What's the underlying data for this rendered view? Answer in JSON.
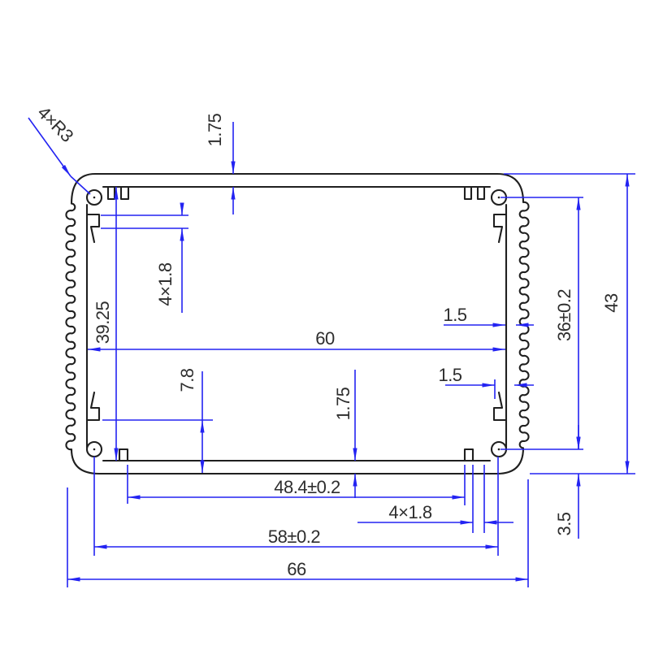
{
  "drawing": {
    "description": "Aluminum extrusion enclosure profile cross-section with heat-sink fins",
    "colors": {
      "outline": "#1f1f1f",
      "dimension_lines": "#2323f2",
      "label_text": "#2e2e2e",
      "background": "#ffffff"
    },
    "labels": {
      "corner_radius": "4×R3",
      "top_wall_thickness": "1.75",
      "rail_slot_top": "4×1.8",
      "inner_height": "39.25",
      "rail_offset_bottom": "7.8",
      "inner_width": "60",
      "side_wall_upper": "1.5",
      "side_wall_lower": "1.5",
      "screw_hole_span_vertical": "36±0.2",
      "outer_height": "43",
      "bottom_wall_thickness": "1.75",
      "bottom_slot_span": "48.4±0.2",
      "rail_slot_bottom": "4×1.8",
      "screw_hole_span_horizontal": "58±0.2",
      "outer_width": "66",
      "screw_hole_offset_bottom": "3.5"
    }
  }
}
